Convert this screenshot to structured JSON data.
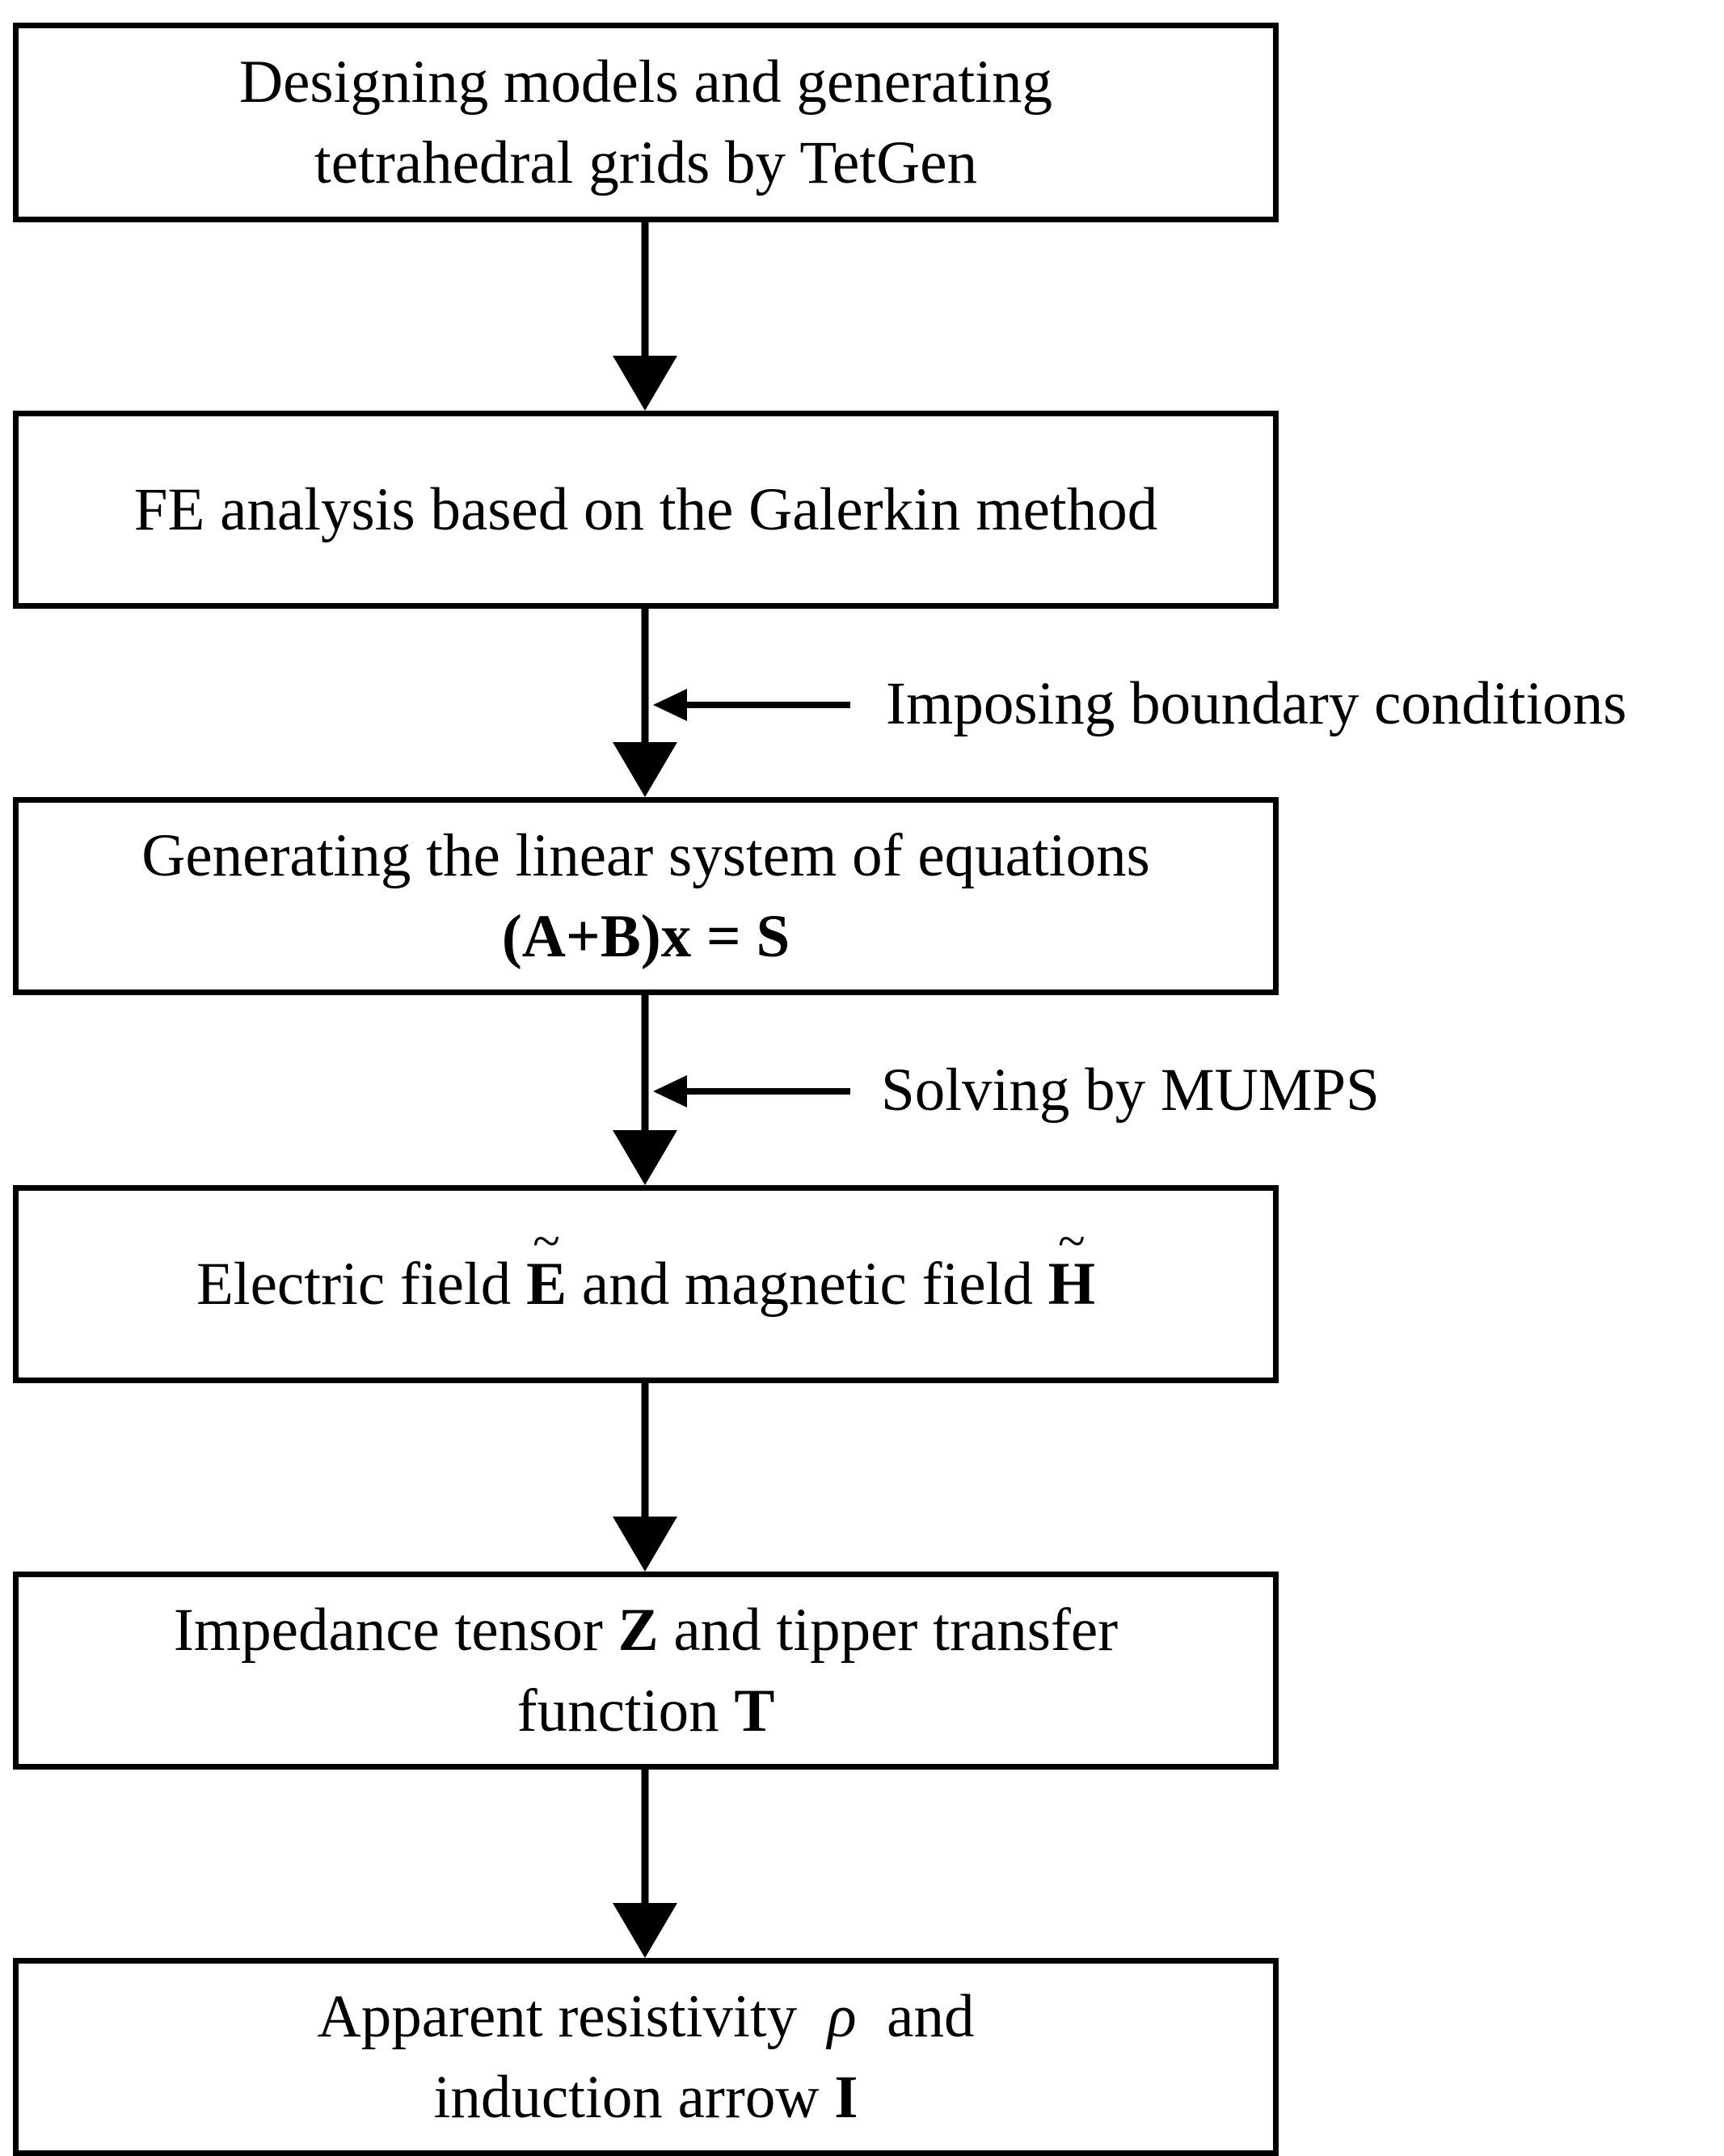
{
  "boxes": {
    "step1": {
      "line1": "Designing models and generating",
      "line2": "tetrahedral grids by TetGen"
    },
    "step2": {
      "line1": "FE analysis based on the Galerkin method"
    },
    "step3": {
      "line1": "Generating the linear system of equations",
      "equation": "(A+B)x = S"
    },
    "step4": {
      "text_a": "Electric field",
      "e_symbol": "E",
      "text_b": "and magnetic field",
      "h_symbol": "H",
      "tilde": "~"
    },
    "step5": {
      "line1_text": "Impedance tensor",
      "z_symbol": "Z",
      "line1_rest": "and tipper transfer",
      "line2_text": "function",
      "t_symbol": "T"
    },
    "step6": {
      "line1_text": "Apparent resistivity",
      "rho_symbol": "ρ",
      "line1_rest": "and",
      "line2_text": "induction arrow",
      "i_symbol": "I"
    }
  },
  "side_inputs": {
    "boundary": "Imposing boundary conditions",
    "solver": "Solving by MUMPS"
  }
}
